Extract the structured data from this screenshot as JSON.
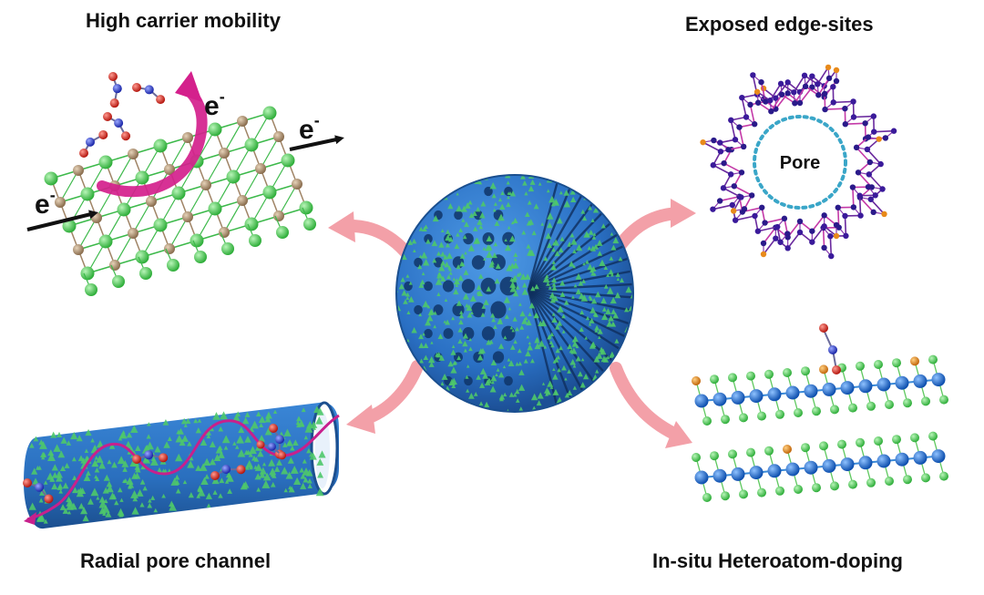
{
  "labels": {
    "top_left": "High carrier mobility",
    "top_right": "Exposed edge-sites",
    "bottom_left": "Radial pore channel",
    "bottom_right": "In-situ Heteroatom-doping"
  },
  "electron": {
    "symbol": "e",
    "charge": "-"
  },
  "pore": {
    "label": "Pore"
  },
  "colors": {
    "arrow_pink": "#f3a0a8",
    "magenta": "#d4208c",
    "green_atom": "#5fd35f",
    "tan_atom": "#b89a78",
    "blue_atom": "#1f6fd1",
    "orange_atom": "#e88a1a",
    "purple_chain": "#6a2a9e",
    "sphere_blue": "#2f7fd0",
    "sphere_green": "#4ec86a",
    "pore_ring": "#3aa6c8",
    "red_atom": "#e0302a",
    "navy_atom": "#2a3fd0"
  }
}
